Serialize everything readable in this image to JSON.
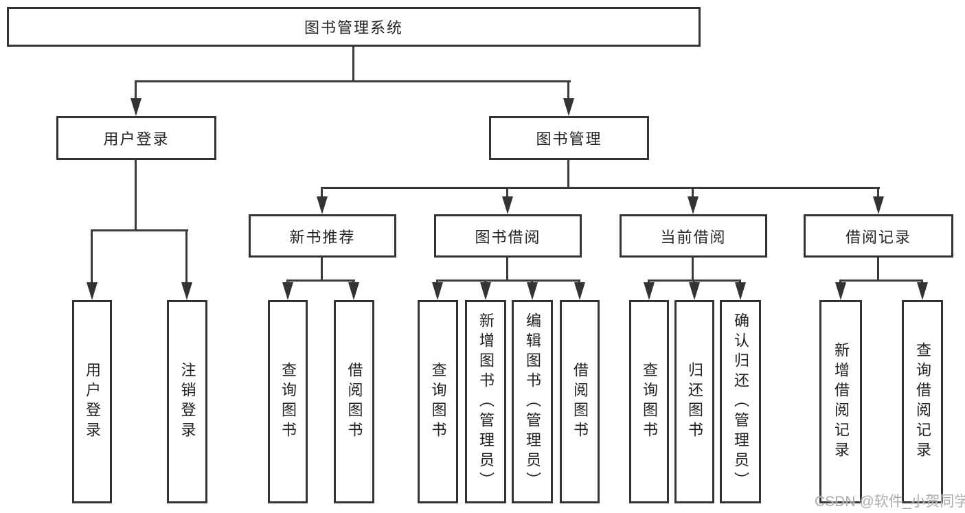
{
  "diagram": {
    "root": "图书管理系统",
    "level2": {
      "user_login": "用户登录",
      "book_management": "图书管理"
    },
    "user_login_children": [
      "用户登录",
      "注销登录"
    ],
    "modules": [
      "新书推荐",
      "图书借阅",
      "当前借阅",
      "借阅记录"
    ],
    "new_book_children": [
      "查询图书",
      "借阅图书"
    ],
    "book_borrow_children": [
      "查询图书",
      "新增图书（管理员）",
      "编辑图书（管理员）",
      "借阅图书"
    ],
    "current_borrow_children": [
      "查询图书",
      "归还图书",
      "确认归还（管理员）"
    ],
    "borrow_record_children": [
      "新增借阅记录",
      "查询借阅记录"
    ]
  },
  "watermark": "CSDN @软件_小贺同学",
  "colors": {
    "line": "#3a3a3a",
    "box_border": "#333333",
    "text": "#232323",
    "watermark": "#a8a8a8",
    "background": "#ffffff"
  }
}
